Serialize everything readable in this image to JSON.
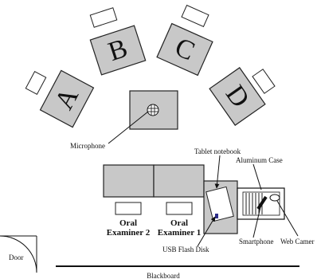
{
  "diagram": {
    "desks": {
      "a": "A",
      "b": "B",
      "c": "C",
      "d": "D"
    },
    "labels": {
      "microphone": "Microphone",
      "tablet_notebook": "Tablet notebook",
      "aluminum_case": "Aluminum Case",
      "oral_examiner_2_line1": "Oral",
      "oral_examiner_2_line2": "Examiner 2",
      "oral_examiner_1_line1": "Oral",
      "oral_examiner_1_line2": "Examiner 1",
      "usb_flash_disk": "USB Flash Disk",
      "smartphone": "Smartphone",
      "web_camera": "Web Camer",
      "door": "Door",
      "blackboard": "Blackboard"
    }
  }
}
